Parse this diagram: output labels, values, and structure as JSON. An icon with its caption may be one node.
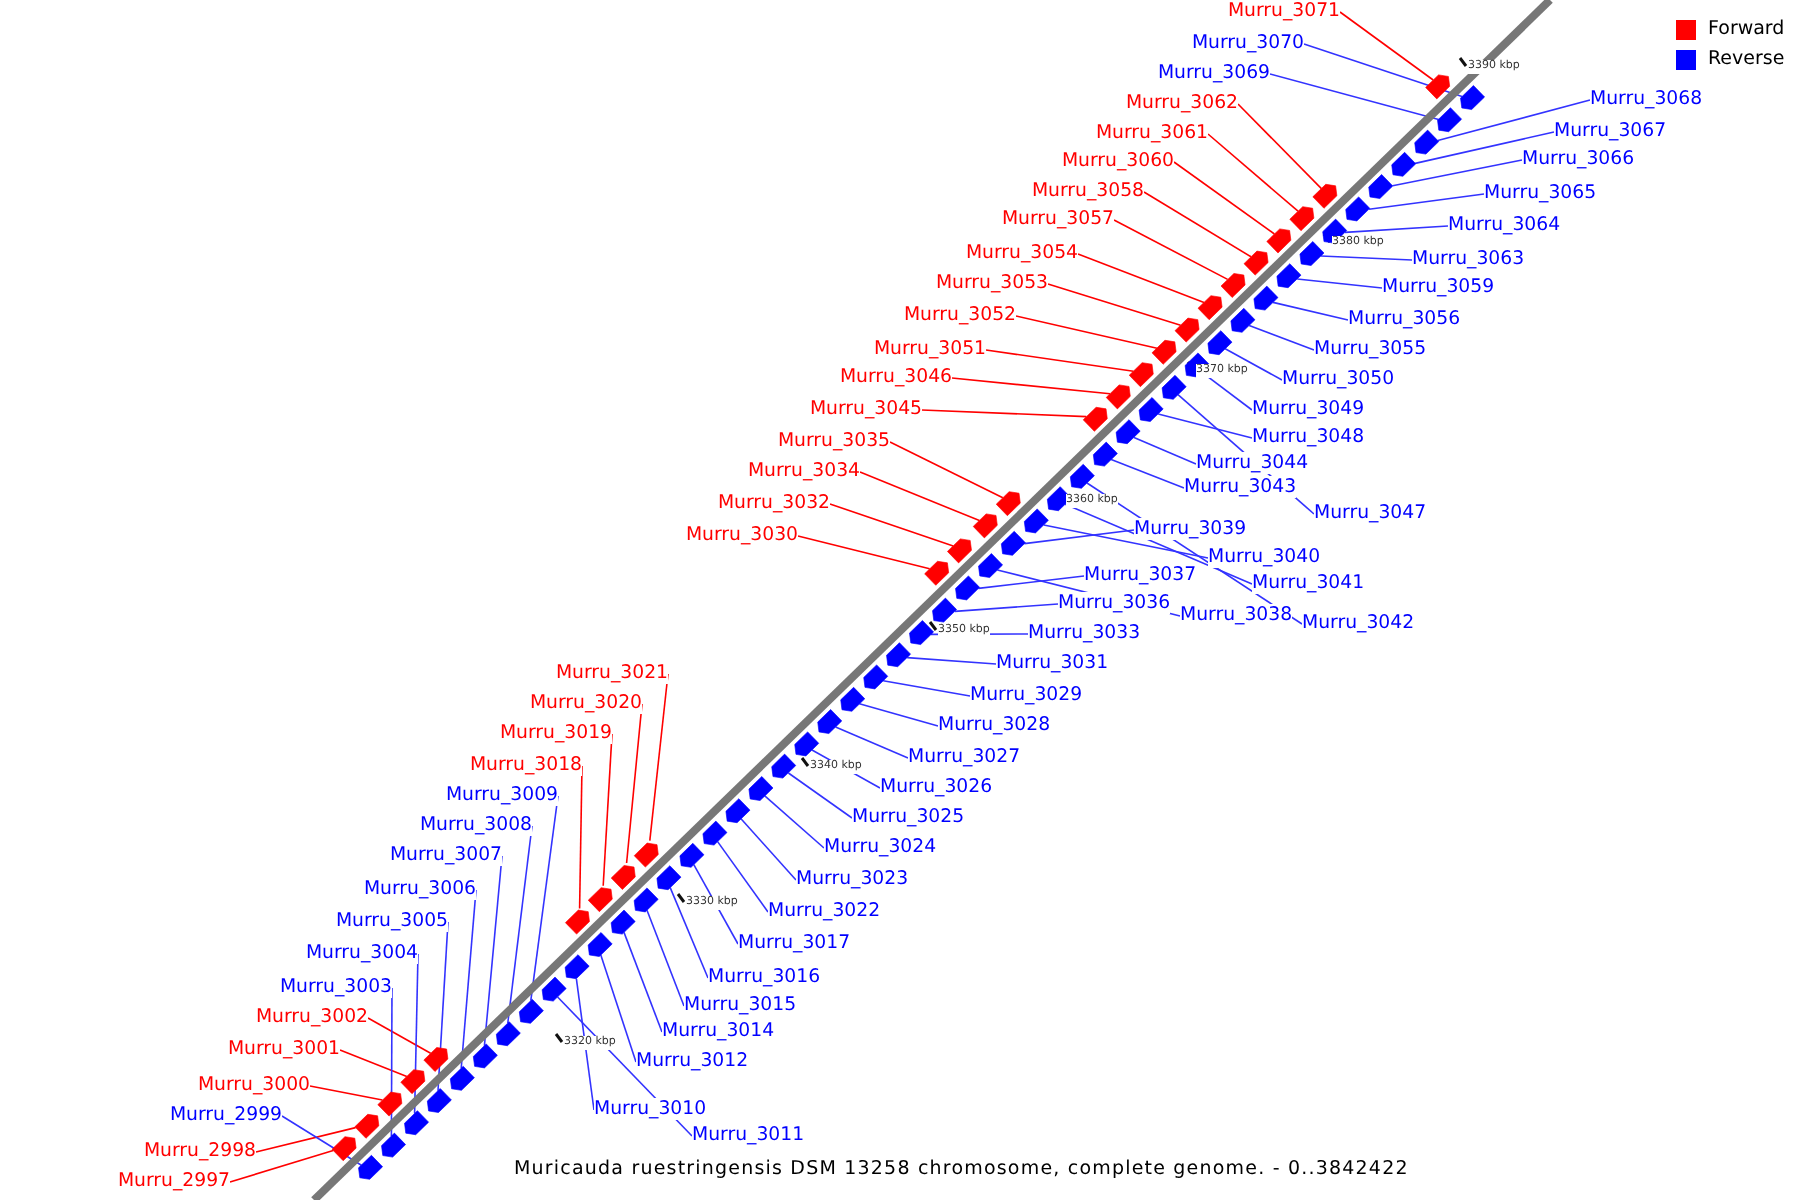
{
  "diagram": {
    "caption": "Muricauda ruestringensis DSM 13258 chromosome, complete genome. - 0..3842422",
    "nodes": [
      {
        "text": [
          "Murru_3071"
        ]
      },
      {
        "text": [
          "Murru_3070"
        ]
      },
      {
        "text": [
          "Murru_3069"
        ]
      },
      {
        "text": [
          "Murru_3062"
        ]
      },
      {
        "text": [
          "Murru_3061"
        ]
      },
      {
        "text": [
          "Murru_3060"
        ]
      },
      {
        "text": [
          "Murru_3058"
        ]
      },
      {
        "text": [
          "Murru_3057"
        ]
      },
      {
        "text": [
          "Murru_3054"
        ]
      },
      {
        "text": [
          "Murru_3053"
        ]
      },
      {
        "text": [
          "Murru_3052"
        ]
      },
      {
        "text": [
          "Murru_3051"
        ]
      },
      {
        "text": [
          "Murru_3046"
        ]
      },
      {
        "text": [
          "Murru_3045"
        ]
      },
      {
        "text": [
          "Murru_3035"
        ]
      },
      {
        "text": [
          "Murru_3034"
        ]
      },
      {
        "text": [
          "Murru_3032"
        ]
      },
      {
        "text": [
          "Murru_3030"
        ]
      },
      {
        "text": [
          "Murru_3021"
        ]
      },
      {
        "text": [
          "Murru_3020"
        ]
      },
      {
        "text": [
          "Murru_3019"
        ]
      },
      {
        "text": [
          "Murru_3018"
        ]
      },
      {
        "text": [
          "Murru_3009"
        ]
      },
      {
        "text": [
          "Murru_3008"
        ]
      },
      {
        "text": [
          "Murru_3007"
        ]
      },
      {
        "text": [
          "Murru_3006"
        ]
      },
      {
        "text": [
          "Murru_3005"
        ]
      },
      {
        "text": [
          "Murru_3004"
        ]
      },
      {
        "text": [
          "Murru_3003"
        ]
      },
      {
        "text": [
          "Murru_3002"
        ]
      },
      {
        "text": [
          "Murru_3001"
        ]
      },
      {
        "text": [
          "Murru_3000"
        ]
      },
      {
        "text": [
          "Murru_2999"
        ]
      },
      {
        "text": [
          "Murru_2998"
        ]
      },
      {
        "text": [
          "Murru_2997"
        ]
      },
      {
        "text": [
          "Murru_3068"
        ]
      },
      {
        "text": [
          "Murru_3067"
        ]
      },
      {
        "text": [
          "Murru_3066"
        ]
      },
      {
        "text": [
          "Murru_3065"
        ]
      },
      {
        "text": [
          "Murru_3064"
        ]
      },
      {
        "text": [
          "Murru_3063"
        ]
      },
      {
        "text": [
          "Murru_3059"
        ]
      },
      {
        "text": [
          "Murru_3056"
        ]
      },
      {
        "text": [
          "Murru_3055"
        ]
      },
      {
        "text": [
          "Murru_3050"
        ]
      },
      {
        "text": [
          "Murru_3049"
        ]
      },
      {
        "text": [
          "Murru_3048"
        ]
      },
      {
        "text": [
          "Murru_3044"
        ]
      },
      {
        "text": [
          "Murru_3043"
        ]
      },
      {
        "text": [
          "Murru_3047"
        ]
      },
      {
        "text": [
          "Murru_3039"
        ]
      },
      {
        "text": [
          "Murru_3040"
        ]
      },
      {
        "text": [
          "Murru_3037"
        ]
      },
      {
        "text": [
          "Murru_3041"
        ]
      },
      {
        "text": [
          "Murru_3036"
        ]
      },
      {
        "text": [
          "Murru_3038"
        ]
      },
      {
        "text": [
          "Murru_3042"
        ]
      },
      {
        "text": [
          "Murru_3033"
        ]
      },
      {
        "text": [
          "Murru_3031"
        ]
      },
      {
        "text": [
          "Murru_3029"
        ]
      },
      {
        "text": [
          "Murru_3028"
        ]
      },
      {
        "text": [
          "Murru_3027"
        ]
      },
      {
        "text": [
          "Murru_3026"
        ]
      },
      {
        "text": [
          "Murru_3025"
        ]
      },
      {
        "text": [
          "Murru_3024"
        ]
      },
      {
        "text": [
          "Murru_3023"
        ]
      },
      {
        "text": [
          "Murru_3022"
        ]
      },
      {
        "text": [
          "Murru_3017"
        ]
      },
      {
        "text": [
          "Murru_3016"
        ]
      },
      {
        "text": [
          "Murru_3015"
        ]
      },
      {
        "text": [
          "Murru_3014"
        ]
      },
      {
        "text": [
          "Murru_3012"
        ]
      },
      {
        "text": [
          "Murru_3010"
        ]
      },
      {
        "text": [
          "Murru_3011"
        ]
      },
      {
        "text": [],
        "shape": "box"
      },
      {
        "text": [],
        "shape": "box"
      },
      {
        "text": [],
        "shape": "box"
      },
      {
        "text": [],
        "shape": "box"
      },
      {
        "text": [],
        "shape": "box"
      },
      {
        "text": [],
        "shape": "box"
      },
      {
        "text": [],
        "shape": "box"
      },
      {
        "text": [],
        "shape": "box"
      },
      {
        "text": [],
        "shape": "box"
      },
      {
        "text": [],
        "shape": "box"
      },
      {
        "text": [],
        "shape": "box"
      },
      {
        "text": [],
        "shape": "box"
      },
      {
        "text": [],
        "shape": "box"
      },
      {
        "text": [],
        "shape": "box"
      },
      {
        "text": [],
        "shape": "box"
      },
      {
        "text": [],
        "shape": "box"
      },
      {
        "text": [],
        "shape": "box"
      },
      {
        "text": [],
        "shape": "box"
      },
      {
        "text": [],
        "shape": "box"
      },
      {
        "text": [],
        "shape": "box"
      },
      {
        "text": [],
        "shape": "box"
      },
      {
        "text": [],
        "shape": "box"
      },
      {
        "text": [],
        "shape": "box"
      },
      {
        "text": [],
        "shape": "box"
      },
      {
        "text": [],
        "shape": "box"
      },
      {
        "text": [],
        "shape": "box"
      },
      {
        "text": [],
        "shape": "box"
      },
      {
        "text": [],
        "shape": "box"
      },
      {
        "text": [],
        "shape": "box"
      },
      {
        "text": [],
        "shape": "box"
      },
      {
        "text": [],
        "shape": "box"
      },
      {
        "text": [],
        "shape": "box"
      },
      {
        "text": [],
        "shape": "box"
      },
      {
        "text": [],
        "shape": "box"
      },
      {
        "text": [],
        "shape": "box"
      },
      {
        "text": [],
        "shape": "box"
      },
      {
        "text": [],
        "shape": "box"
      },
      {
        "text": [],
        "shape": "box"
      },
      {
        "text": [],
        "shape": "box"
      },
      {
        "text": [],
        "shape": "box"
      },
      {
        "text": [],
        "shape": "box"
      },
      {
        "text": [],
        "shape": "box"
      },
      {
        "text": [],
        "shape": "box"
      },
      {
        "text": [],
        "shape": "box"
      },
      {
        "text": [],
        "shape": "box"
      },
      {
        "text": [],
        "shape": "box"
      },
      {
        "text": [],
        "shape": "box"
      },
      {
        "text": [],
        "shape": "box"
      },
      {
        "text": [],
        "shape": "box"
      },
      {
        "text": [],
        "shape": "box"
      },
      {
        "text": [],
        "shape": "box"
      },
      {
        "text": [],
        "shape": "box"
      },
      {
        "text": [],
        "shape": "box"
      },
      {
        "text": [],
        "shape": "box"
      },
      {
        "text": [],
        "shape": "box"
      },
      {
        "text": [],
        "shape": "box"
      },
      {
        "text": [],
        "shape": "box"
      },
      {
        "text": [],
        "shape": "box"
      },
      {
        "text": [],
        "shape": "box"
      },
      {
        "text": [],
        "shape": "box"
      },
      {
        "text": [],
        "shape": "box"
      },
      {
        "text": [],
        "shape": "box"
      },
      {
        "text": [],
        "shape": "box"
      },
      {
        "text": [],
        "shape": "box"
      },
      {
        "text": [],
        "shape": "box"
      },
      {
        "text": [],
        "shape": "box"
      },
      {
        "text": [],
        "shape": "box"
      },
      {
        "text": [],
        "shape": "box"
      },
      {
        "text": [],
        "shape": "box"
      },
      {
        "text": [],
        "shape": "box"
      },
      {
        "text": [],
        "shape": "box"
      },
      {
        "text": [],
        "shape": "box"
      },
      {
        "text": [],
        "shape": "box"
      },
      {
        "text": [],
        "shape": "box"
      }
    ],
    "edges": [
      {
        "from": 0,
        "to": 74,
        "arrow": "none",
        "color": "#ff0000"
      },
      {
        "from": 1,
        "to": 75,
        "arrow": "none"
      },
      {
        "from": 2,
        "to": 76,
        "arrow": "none"
      },
      {
        "from": 3,
        "to": 77,
        "arrow": "none",
        "color": "#ff0000"
      },
      {
        "from": 4,
        "to": 78,
        "arrow": "none",
        "color": "#ff0000"
      },
      {
        "from": 5,
        "to": 79,
        "arrow": "none",
        "color": "#ff0000"
      },
      {
        "from": 6,
        "to": 80,
        "arrow": "none",
        "color": "#ff0000"
      },
      {
        "from": 7,
        "to": 81,
        "arrow": "none",
        "color": "#ff0000"
      },
      {
        "from": 8,
        "to": 82,
        "arrow": "none",
        "color": "#ff0000"
      },
      {
        "from": 9,
        "to": 83,
        "arrow": "none",
        "color": "#ff0000"
      },
      {
        "from": 10,
        "to": 84,
        "arrow": "none",
        "color": "#ff0000"
      },
      {
        "from": 11,
        "to": 85,
        "arrow": "none",
        "color": "#ff0000"
      },
      {
        "from": 12,
        "to": 86,
        "arrow": "none",
        "color": "#ff0000"
      },
      {
        "from": 13,
        "to": 87,
        "arrow": "none",
        "color": "#ff0000"
      },
      {
        "from": 14,
        "to": 88,
        "arrow": "none",
        "color": "#ff0000"
      },
      {
        "from": 15,
        "to": 89,
        "arrow": "none",
        "color": "#ff0000"
      },
      {
        "from": 16,
        "to": 90,
        "arrow": "none",
        "color": "#ff0000"
      },
      {
        "from": 17,
        "to": 91,
        "arrow": "none",
        "color": "#ff0000"
      },
      {
        "from": 18,
        "to": 92,
        "arrow": "none",
        "color": "#ff0000"
      },
      {
        "from": 19,
        "to": 93,
        "arrow": "none",
        "color": "#ff0000"
      },
      {
        "from": 20,
        "to": 94,
        "arrow": "none",
        "color": "#ff0000"
      },
      {
        "from": 21,
        "to": 95,
        "arrow": "none",
        "color": "#ff0000"
      },
      {
        "from": 22,
        "to": 96,
        "arrow": "none"
      },
      {
        "from": 23,
        "to": 97,
        "arrow": "none"
      },
      {
        "from": 24,
        "to": 98,
        "arrow": "none"
      },
      {
        "from": 25,
        "to": 99,
        "arrow": "none"
      },
      {
        "from": 26,
        "to": 100,
        "arrow": "none"
      },
      {
        "from": 27,
        "to": 101,
        "arrow": "none"
      },
      {
        "from": 28,
        "to": 102,
        "arrow": "none"
      },
      {
        "from": 29,
        "to": 103,
        "arrow": "none",
        "color": "#ff0000"
      },
      {
        "from": 30,
        "to": 104,
        "arrow": "none",
        "color": "#ff0000"
      },
      {
        "from": 31,
        "to": 105,
        "arrow": "none",
        "color": "#ff0000"
      },
      {
        "from": 32,
        "to": 106,
        "arrow": "none"
      },
      {
        "from": 33,
        "to": 107,
        "arrow": "none",
        "color": "#ff0000"
      },
      {
        "from": 34,
        "to": 108,
        "arrow": "none",
        "color": "#ff0000"
      },
      {
        "from": 35,
        "to": 109,
        "arrow": "none"
      },
      {
        "from": 36,
        "to": 110,
        "arrow": "none"
      },
      {
        "from": 37,
        "to": 111,
        "arrow": "none"
      },
      {
        "from": 38,
        "to": 112,
        "arrow": "none"
      },
      {
        "from": 39,
        "to": 113,
        "arrow": "none"
      },
      {
        "from": 40,
        "to": 114,
        "arrow": "none"
      },
      {
        "from": 41,
        "to": 115,
        "arrow": "none"
      },
      {
        "from": 42,
        "to": 116,
        "arrow": "none"
      },
      {
        "from": 43,
        "to": 117,
        "arrow": "none"
      },
      {
        "from": 44,
        "to": 118,
        "arrow": "none"
      },
      {
        "from": 45,
        "to": 119,
        "arrow": "none"
      },
      {
        "from": 46,
        "to": 120,
        "arrow": "none"
      },
      {
        "from": 47,
        "to": 121,
        "arrow": "none"
      },
      {
        "from": 48,
        "to": 122,
        "arrow": "none"
      },
      {
        "from": 49,
        "to": 123,
        "arrow": "none"
      },
      {
        "from": 50,
        "to": 124,
        "arrow": "none"
      },
      {
        "from": 51,
        "to": 125,
        "arrow": "none"
      },
      {
        "from": 52,
        "to": 126,
        "arrow": "none"
      },
      {
        "from": 53,
        "to": 127,
        "arrow": "none"
      },
      {
        "from": 54,
        "to": 128,
        "arrow": "none"
      },
      {
        "from": 55,
        "to": 129,
        "arrow": "none"
      },
      {
        "from": 56,
        "to": 130,
        "arrow": "none"
      },
      {
        "from": 57,
        "to": 131,
        "arrow": "none"
      },
      {
        "from": 58,
        "to": 132,
        "arrow": "none"
      },
      {
        "from": 59,
        "to": 133,
        "arrow": "none"
      },
      {
        "from": 60,
        "to": 134,
        "arrow": "none"
      },
      {
        "from": 61,
        "to": 135,
        "arrow": "none"
      },
      {
        "from": 62,
        "to": 136,
        "arrow": "none"
      },
      {
        "from": 63,
        "to": 137,
        "arrow": "none"
      },
      {
        "from": 64,
        "to": 138,
        "arrow": "none"
      },
      {
        "from": 65,
        "to": 139,
        "arrow": "none"
      },
      {
        "from": 66,
        "to": 140,
        "arrow": "none"
      },
      {
        "from": 67,
        "to": 141,
        "arrow": "none"
      },
      {
        "from": 68,
        "to": 142,
        "arrow": "none"
      },
      {
        "from": 69,
        "to": 143,
        "arrow": "none"
      },
      {
        "from": 70,
        "to": 144,
        "arrow": "none"
      },
      {
        "from": 71,
        "to": 145,
        "arrow": "none"
      },
      {
        "from": 72,
        "to": 146,
        "arrow": "none"
      },
      {
        "from": 73,
        "to": 147,
        "arrow": "none"
      }
    ],
    "labels": [
      "3390 kbp",
      "3380 kbp",
      "3370 kbp",
      "3360 kbp",
      "3350 kbp",
      "3340 kbp",
      "3330 kbp",
      "3320 kbp"
    ],
    "legend": [
      {
        "text": "Forward",
        "color": "#ff0000"
      },
      {
        "text": "Reverse",
        "color": "#0000ff"
      }
    ]
  }
}
